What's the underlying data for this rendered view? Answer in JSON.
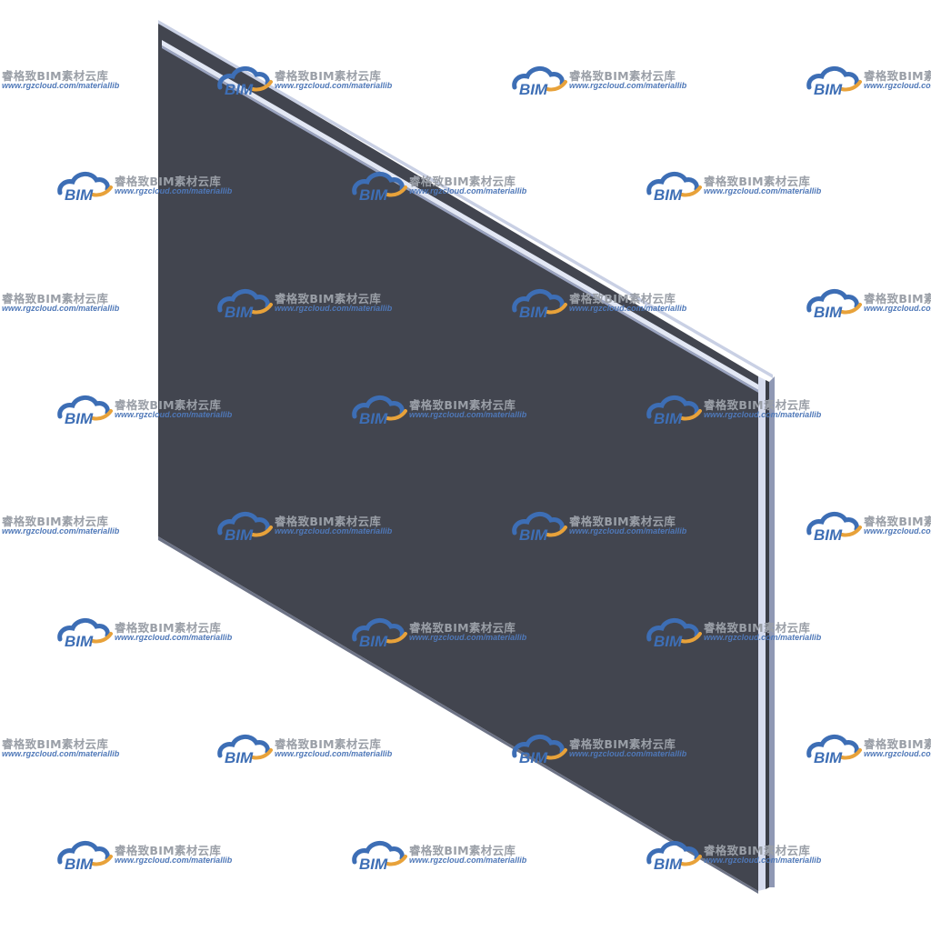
{
  "watermark": {
    "brand_cn": "睿格致BIM素材云库",
    "url": "www.rgzcloud.com/materiallib",
    "logo_text": "BIM",
    "colors": {
      "logo_blue": "#3d6eb5",
      "logo_orange": "#e8a23a",
      "text_gray": "#9a9fa7",
      "url_blue": "#4f78b8"
    }
  },
  "model": {
    "icon": "wall-panel-3d",
    "colors": {
      "face": "#42454f",
      "edge_light": "#e3e8f5",
      "edge_shadow": "#9aa3bf",
      "gap": "#2f323a"
    }
  }
}
